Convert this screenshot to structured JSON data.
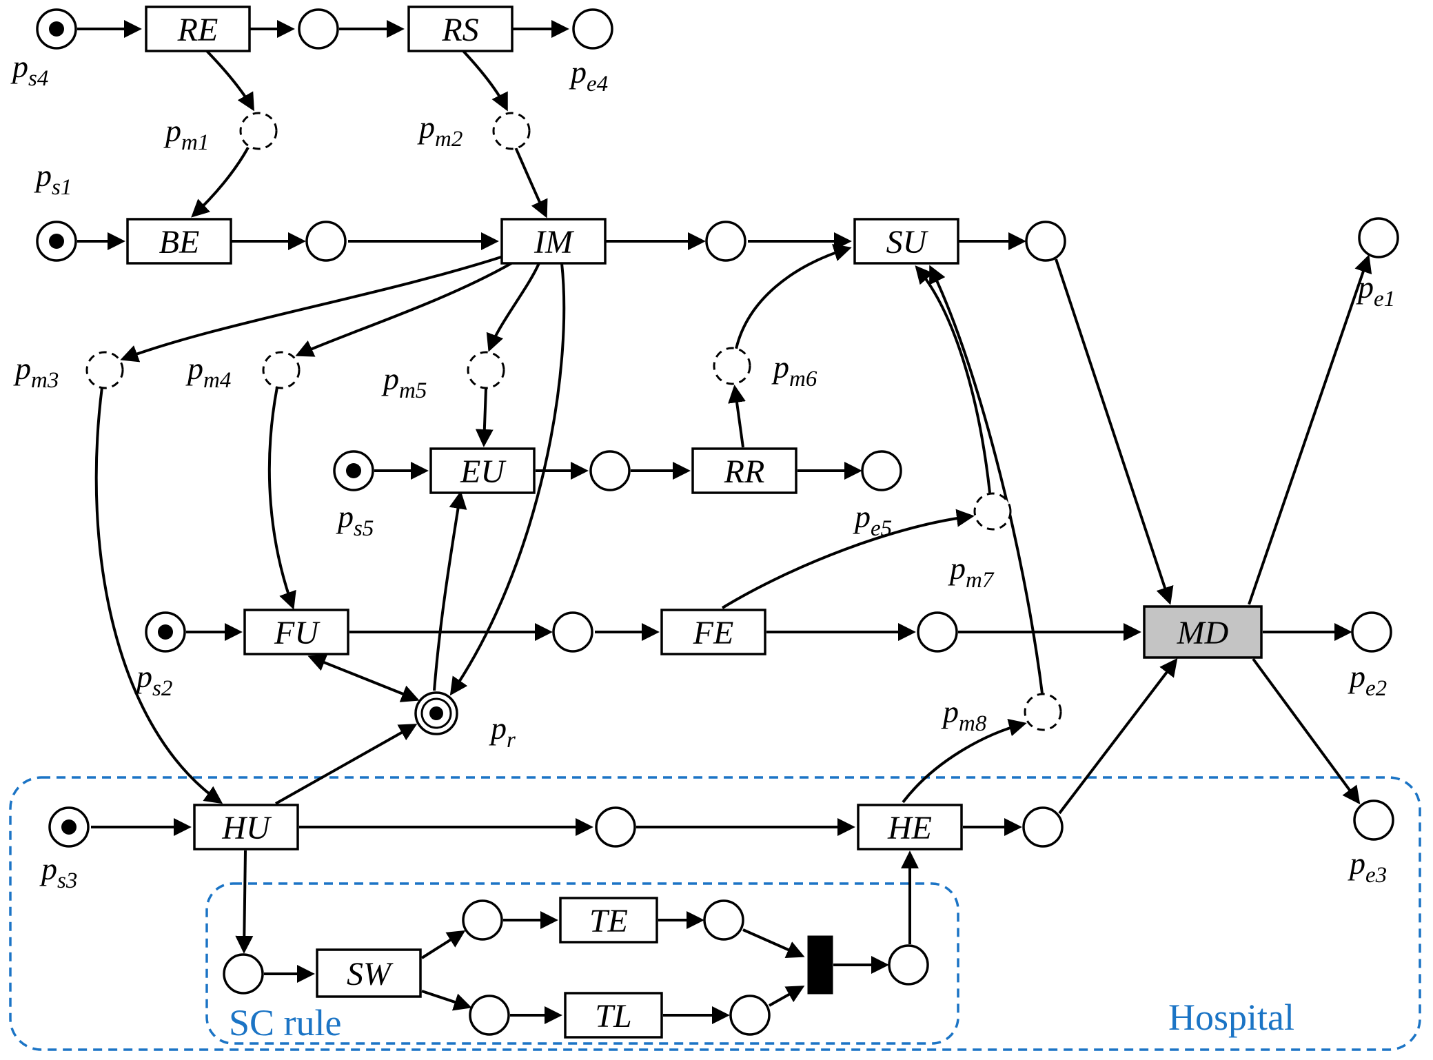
{
  "figure": {
    "type": "petri-net-diagram"
  },
  "regions": {
    "hospital": "Hospital",
    "sc_rule": "SC rule"
  },
  "colors": {
    "region": "#1b74c5",
    "md_fill": "#c4c4c4",
    "ink": "#000000"
  },
  "transitions": {
    "RE": "RE",
    "RS": "RS",
    "BE": "BE",
    "IM": "IM",
    "SU": "SU",
    "EU": "EU",
    "RR": "RR",
    "FU": "FU",
    "FE": "FE",
    "MD": "MD",
    "HU": "HU",
    "HE": "HE",
    "SW": "SW",
    "TE": "TE",
    "TL": "TL"
  },
  "places": {
    "ps4": {
      "base": "p",
      "sub": "s4"
    },
    "pe4": {
      "base": "p",
      "sub": "e4"
    },
    "pm1": {
      "base": "p",
      "sub": "m1"
    },
    "pm2": {
      "base": "p",
      "sub": "m2"
    },
    "ps1": {
      "base": "p",
      "sub": "s1"
    },
    "pe1": {
      "base": "p",
      "sub": "e1"
    },
    "pm3": {
      "base": "p",
      "sub": "m3"
    },
    "pm4": {
      "base": "p",
      "sub": "m4"
    },
    "pm5": {
      "base": "p",
      "sub": "m5"
    },
    "pm6": {
      "base": "p",
      "sub": "m6"
    },
    "ps5": {
      "base": "p",
      "sub": "s5"
    },
    "pe5": {
      "base": "p",
      "sub": "e5"
    },
    "pm7": {
      "base": "p",
      "sub": "m7"
    },
    "ps2": {
      "base": "p",
      "sub": "s2"
    },
    "pe2": {
      "base": "p",
      "sub": "e2"
    },
    "pr": {
      "base": "p",
      "sub": "r"
    },
    "pm8": {
      "base": "p",
      "sub": "m8"
    },
    "ps3": {
      "base": "p",
      "sub": "s3"
    },
    "pe3": {
      "base": "p",
      "sub": "e3"
    }
  }
}
